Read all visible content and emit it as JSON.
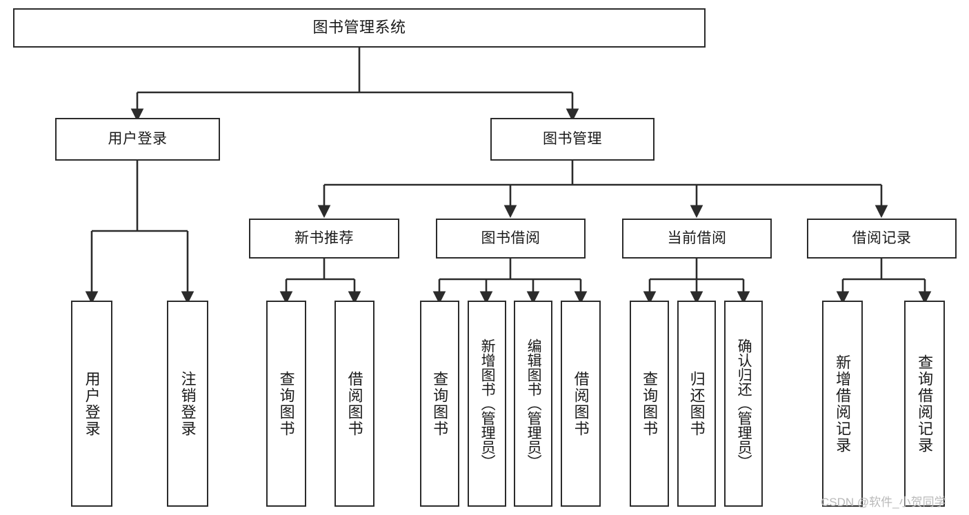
{
  "diagram": {
    "type": "tree",
    "title": "图书管理系统",
    "orientation": "top-down",
    "colors": {
      "box_border": "#2b2b2b",
      "box_fill": "#ffffff",
      "connector": "#2b2b2b",
      "text": "#1a1a1a",
      "watermark": "#b9b9b9"
    },
    "nodes": {
      "root": {
        "label": "图书管理系统"
      },
      "level1": [
        {
          "label": "用户登录"
        },
        {
          "label": "图书管理"
        }
      ],
      "level2": [
        {
          "label": "新书推荐"
        },
        {
          "label": "图书借阅"
        },
        {
          "label": "当前借阅"
        },
        {
          "label": "借阅记录"
        }
      ],
      "leaves_user_login": [
        {
          "label": "用户登录"
        },
        {
          "label": "注销登录"
        }
      ],
      "leaves_new_book": [
        {
          "label": "查询图书"
        },
        {
          "label": "借阅图书"
        }
      ],
      "leaves_borrow": [
        {
          "label": "查询图书"
        },
        {
          "label": "新增图书（管理员）"
        },
        {
          "label": "编辑图书（管理员）"
        },
        {
          "label": "借阅图书"
        }
      ],
      "leaves_current": [
        {
          "label": "查询图书"
        },
        {
          "label": "归还图书"
        },
        {
          "label": "确认归还（管理员）"
        }
      ],
      "leaves_records": [
        {
          "label": "新增借阅记录"
        },
        {
          "label": "查询借阅记录"
        }
      ]
    },
    "watermark": "CSDN @软件_小贺同学"
  }
}
